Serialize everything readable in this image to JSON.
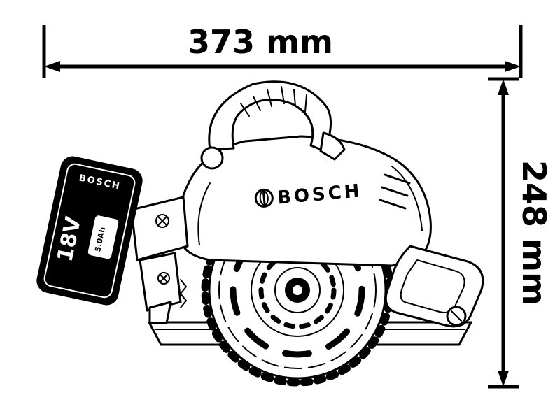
{
  "dimensions": {
    "width_label": "373 mm",
    "height_label": "248 mm"
  },
  "product": {
    "body_brand": "BOSCH",
    "battery": {
      "brand": "BOSCH",
      "voltage": "18V",
      "capacity": "5.0Ah"
    }
  },
  "colors": {
    "ink": "#000000",
    "background": "#ffffff"
  }
}
